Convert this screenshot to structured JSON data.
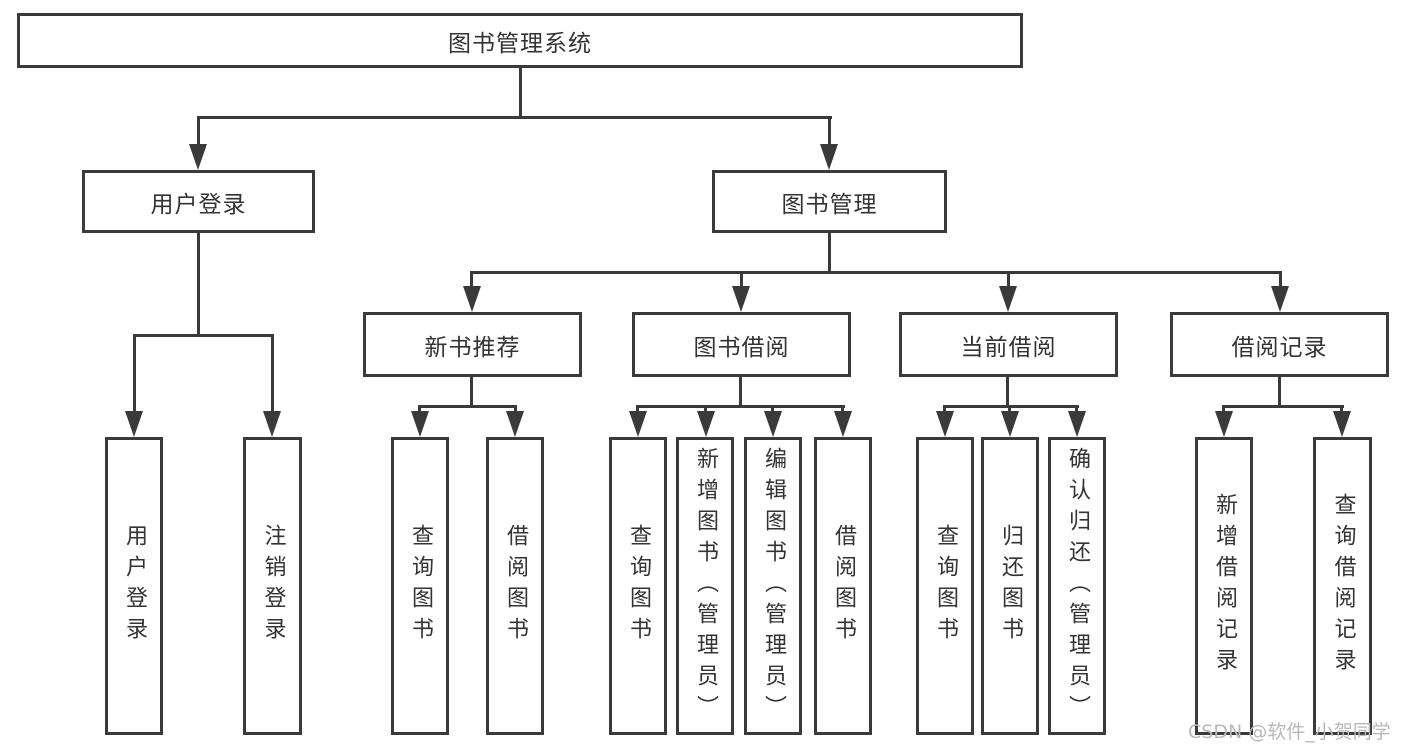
{
  "colors": {
    "line": "#3a3a3a",
    "text": "#333333",
    "watermark": "#b9b9b9",
    "bg": "#ffffff"
  },
  "watermark": {
    "text": "CSDN @软件_小贺同学"
  },
  "tree": {
    "root": {
      "label": "图书管理系统"
    },
    "user_login": {
      "label": "用户登录",
      "children": [
        {
          "label": "用户登录"
        },
        {
          "label": "注销登录"
        }
      ]
    },
    "book_management": {
      "label": "图书管理",
      "groups": [
        {
          "label": "新书推荐",
          "children": [
            {
              "label": "查询图书"
            },
            {
              "label": "借阅图书"
            }
          ]
        },
        {
          "label": "图书借阅",
          "children": [
            {
              "label": "查询图书"
            },
            {
              "label": "新增图书（管理员）"
            },
            {
              "label": "编辑图书（管理员）"
            },
            {
              "label": "借阅图书"
            }
          ]
        },
        {
          "label": "当前借阅",
          "children": [
            {
              "label": "查询图书"
            },
            {
              "label": "归还图书"
            },
            {
              "label": "确认归还（管理员）"
            }
          ]
        },
        {
          "label": "借阅记录",
          "children": [
            {
              "label": "新增借阅记录"
            },
            {
              "label": "查询借阅记录"
            }
          ]
        }
      ]
    }
  }
}
